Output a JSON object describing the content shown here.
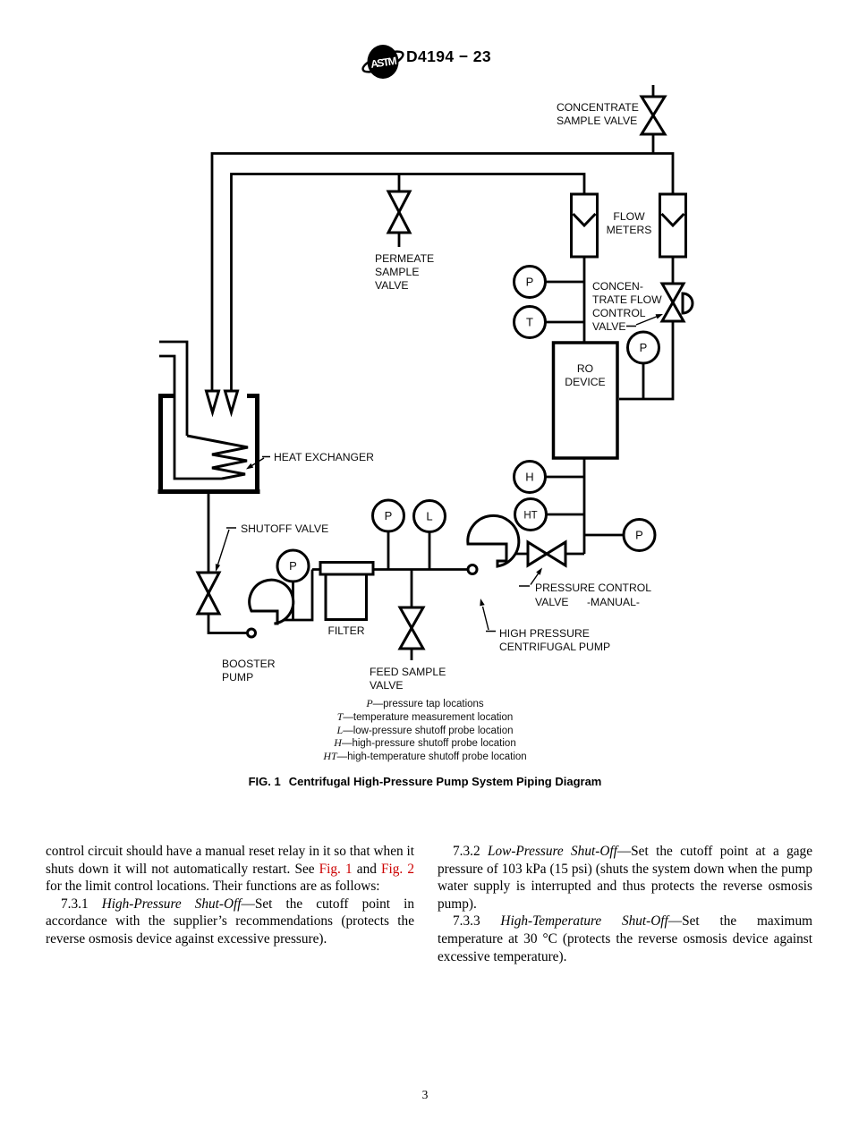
{
  "header": {
    "standard_code": "D4194 − 23",
    "logo_name": "ASTM"
  },
  "figure": {
    "label": "FIG. 1",
    "title": "Centrifugal High-Pressure Pump System Piping Diagram"
  },
  "diagram": {
    "labels": {
      "concentrate_sample": [
        "CONCENTRATE",
        "SAMPLE VALVE"
      ],
      "permeate_sample": [
        "PERMEATE",
        "SAMPLE",
        "VALVE"
      ],
      "flow_meters": [
        "FLOW",
        "METERS"
      ],
      "conc_flow_control": [
        "CONCEN-",
        "TRATE FLOW",
        "CONTROL",
        "VALVE"
      ],
      "ro_device": [
        "RO",
        "DEVICE"
      ],
      "heat_exchanger": "HEAT EXCHANGER",
      "shutoff_valve": "SHUTOFF VALVE",
      "booster_pump": [
        "BOOSTER",
        "PUMP"
      ],
      "filter": "FILTER",
      "feed_sample": [
        "FEED SAMPLE",
        "VALVE"
      ],
      "hp_pump": [
        "HIGH PRESSURE",
        "CENTRIFUGAL PUMP"
      ],
      "pressure_control": [
        "PRESSURE CONTROL",
        "VALVE",
        "-MANUAL-"
      ]
    },
    "gauges": {
      "p": "P",
      "t": "T",
      "l": "L",
      "h": "H",
      "ht": "HT"
    }
  },
  "legend": [
    {
      "sym": "P",
      "desc": "—pressure tap locations"
    },
    {
      "sym": "T",
      "desc": "—temperature measurement location"
    },
    {
      "sym": "L",
      "desc": "—low-pressure shutoff probe location"
    },
    {
      "sym": "H",
      "desc": "—high-pressure shutoff probe location"
    },
    {
      "sym": "HT",
      "desc": "—high-temperature shutoff probe location"
    }
  ],
  "body": {
    "p1": {
      "t1": "control circuit should have a manual reset relay in it so that when it shuts down it will not automatically restart. See ",
      "link1": "Fig. 1",
      "t2": " and ",
      "link2": "Fig. 2",
      "t3": " for the limit control locations. Their functions are as follows:"
    },
    "s731": {
      "num": "7.3.1 ",
      "term": "High-Pressure Shut-Off",
      "text": "—Set the cutoff point in accordance with the supplier’s recommendations (protects the reverse osmosis device against excessive pressure)."
    },
    "s732": {
      "num": "7.3.2 ",
      "term": "Low-Pressure Shut-Off",
      "text": "—Set the cutoff point at a gage pressure of 103 kPa (15 psi) (shuts the system down when the pump water supply is interrupted and thus protects the reverse osmosis pump)."
    },
    "s733": {
      "num": "7.3.3 ",
      "term": "High-Temperature Shut-Off",
      "text": "—Set the maximum temperature at 30 °C (protects the reverse osmosis device against excessive temperature)."
    }
  },
  "footer": {
    "page_number": "3"
  }
}
